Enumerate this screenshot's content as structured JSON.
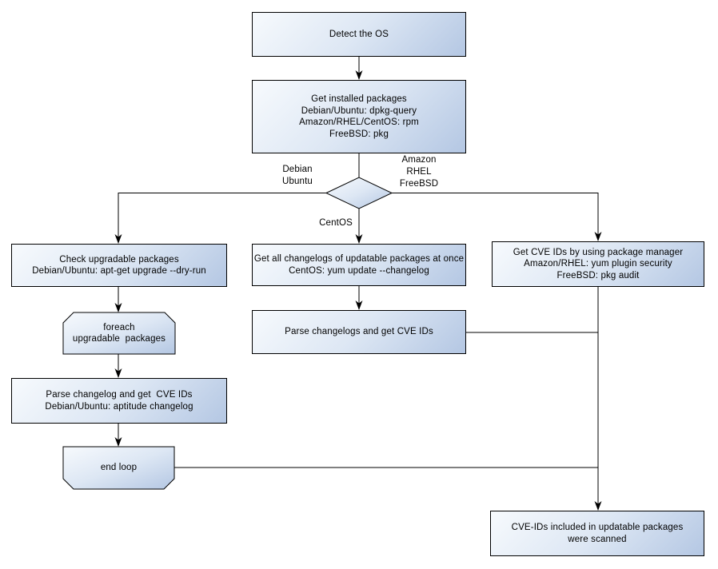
{
  "diagram": {
    "title": "OS package CVE scan flowchart",
    "colors": {
      "background": "#ffffff",
      "node_fill_light": "#f7fafd",
      "node_fill_mid": "#dde7f4",
      "node_fill_dark": "#b4c7e3",
      "node_border": "#000000",
      "connector": "#000000",
      "text": "#000000"
    },
    "nodes": {
      "detect_os": {
        "text": "Detect the OS"
      },
      "get_installed_packages": {
        "text": "Get installed packages\nDebian/Ubuntu: dpkg-query\nAmazon/RHEL/CentOS: rpm\nFreeBSD: pkg"
      },
      "os_decision": {
        "shape": "diamond",
        "text": ""
      },
      "check_upgradable_packages": {
        "text": "Check upgradable packages\nDebian/Ubuntu: apt-get upgrade --dry-run"
      },
      "foreach_loop_start": {
        "shape": "loop-start",
        "text": "foreach\nupgradable  packages"
      },
      "parse_changelog_debian": {
        "text": "Parse changelog and get  CVE IDs\nDebian/Ubuntu: aptitude changelog"
      },
      "end_loop": {
        "shape": "loop-end",
        "text": "end loop"
      },
      "get_all_changelogs_centos": {
        "text": "Get all changelogs of updatable packages at once\nCentOS: yum update --changelog"
      },
      "parse_changelogs_centos": {
        "text": "Parse changelogs and get CVE IDs"
      },
      "get_cve_ids_package_manager": {
        "text": "Get CVE IDs by using package manager\nAmazon/RHEL: yum plugin security\nFreeBSD: pkg audit"
      },
      "scan_result": {
        "text": "CVE-IDs included in updatable packages\nwere scanned"
      }
    },
    "edge_labels": {
      "debian_ubuntu": "Debian\nUbuntu",
      "amazon_rhel_freebsd": "Amazon\nRHEL\nFreeBSD",
      "centos": "CentOS"
    }
  }
}
